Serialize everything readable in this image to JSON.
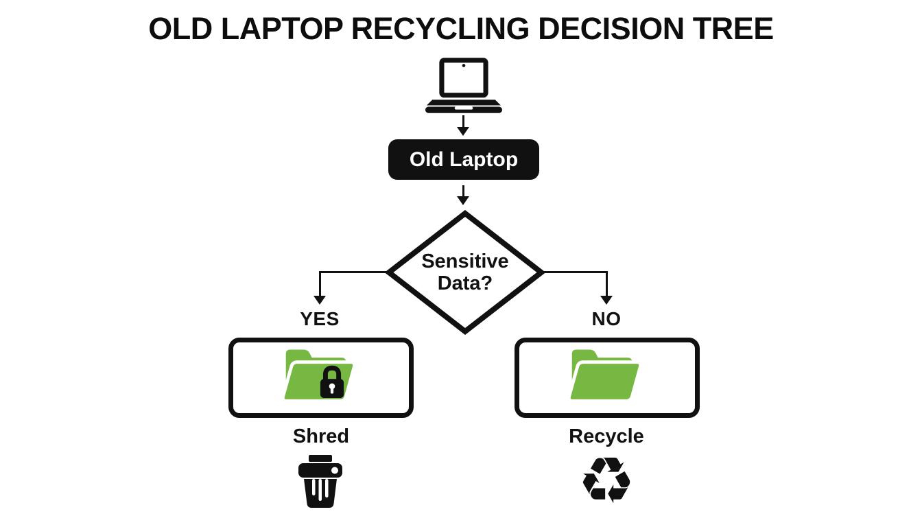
{
  "title": "OLD LAPTOP RECYCLING DECISION TREE",
  "colors": {
    "ink": "#111111",
    "folder_green": "#77b843",
    "background": "#ffffff"
  },
  "flow": {
    "root": {
      "label": "Old Laptop",
      "icon": "laptop-icon"
    },
    "decision": {
      "question": "Sensitive Data?"
    },
    "branches": [
      {
        "label": "YES",
        "outcome": "Shred",
        "box_icon": "folder-lock-icon",
        "result_icon": "shredder-icon"
      },
      {
        "label": "NO",
        "outcome": "Recycle",
        "box_icon": "folder-icon",
        "result_icon": "recycle-icon"
      }
    ]
  },
  "icons": {
    "recycle_glyph": "♻"
  }
}
